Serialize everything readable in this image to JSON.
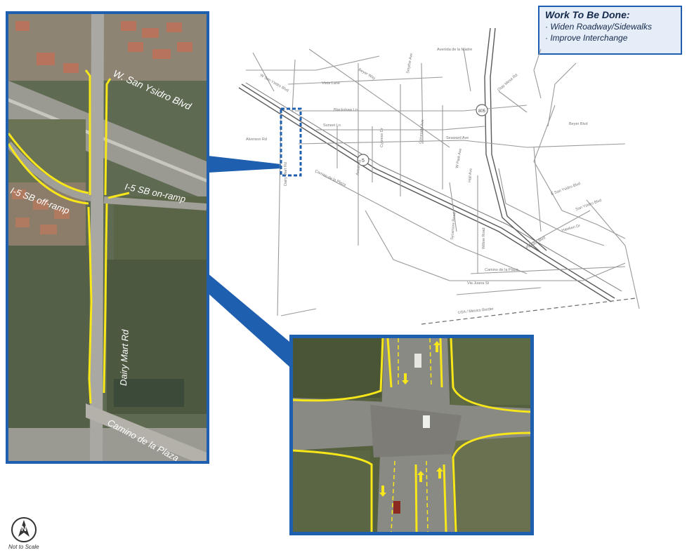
{
  "legend": {
    "title": "Work To Be Done:",
    "items": [
      "· Widen Roadway/Sidewalks",
      "· Improve Interchange"
    ]
  },
  "aerial_labels": {
    "w_san_ysidro": "W. San Ysidro Blvd",
    "sb_off_ramp": "I-5 SB off-ramp",
    "sb_on_ramp": "I-5 SB on-ramp",
    "dairy_mart": "Dairy Mart Rd",
    "camino_plaza": "Camino de la Plaza"
  },
  "map_labels": {
    "l01": "Averiida de la Madre",
    "l02": "Sunset Ln",
    "l03": "Vista Lane",
    "l04": "Blackshaw Ln",
    "l05": "Smythe Ave",
    "l06": "Alverson Rd",
    "l07": "Dairy Mart Rd",
    "l08": "Camino de la Plaza",
    "l09": "Via Juana St",
    "l10": "E San Ysidro Blvd",
    "l11": "W San Ysidro Blvd",
    "l12": "San Ysidro Blvd",
    "l13": "Beyer Blvd",
    "l14": "Seaward Ave",
    "l15": "USA / Mexico Border",
    "l16": "Averil Rd",
    "l17": "Beyer Way",
    "l18": "Cypress Dr",
    "l19": "W Park Ave",
    "l20": "Willow Road",
    "l21": "Sycamore Road",
    "l22": "Otay Mesa Rd",
    "l23": "Coronado Ave",
    "l24": "Camino de la Plaza",
    "l25": "Hall Ave",
    "l26": "Picador Blvd",
    "l27": "Hawken Dr",
    "l28": "805",
    "l29": "5"
  },
  "compass": {
    "letter": "N",
    "note": "Not to Scale"
  },
  "colors": {
    "frame": "#1f5fb0",
    "improvement": "#f6e61a",
    "legend_bg": "#e4edf8"
  }
}
